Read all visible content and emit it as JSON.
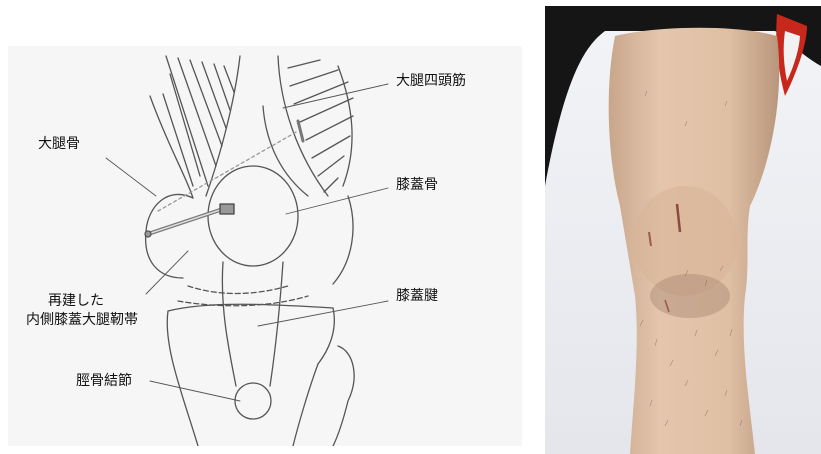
{
  "labels": {
    "quadriceps": "大腿四頭筋",
    "femur": "大腿骨",
    "patella": "膝蓋骨",
    "reconstructed_mpfl_line1": "再建した",
    "reconstructed_mpfl_line2": "内側膝蓋大腿靭帯",
    "patellar_tendon": "膝蓋腱",
    "tibial_tuberosity": "脛骨結節"
  }
}
